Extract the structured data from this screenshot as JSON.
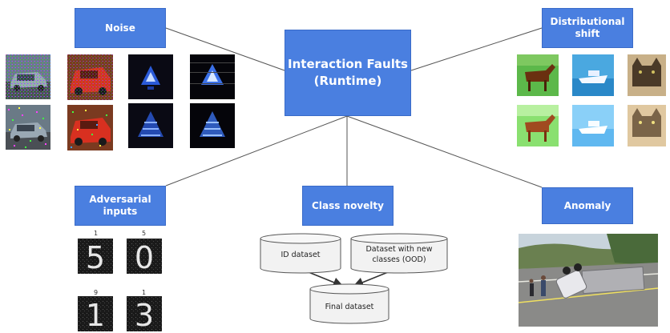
{
  "diagram": {
    "central_label": "Interaction Faults (Runtime)",
    "central_line1": "Interaction Faults",
    "central_line2": "(Runtime)",
    "nodes": {
      "noise": "Noise",
      "distributional_shift_line1": "Distributional",
      "distributional_shift_line2": "shift",
      "adversarial_inputs_line1": "Adversarial",
      "adversarial_inputs_line2": "inputs",
      "class_novelty": "Class novelty",
      "anomaly": "Anomaly"
    },
    "adversarial_digits": [
      {
        "label": "1",
        "glyph": "5"
      },
      {
        "label": "5",
        "glyph": "0"
      },
      {
        "label": "9",
        "glyph": "1"
      },
      {
        "label": "1",
        "glyph": "3"
      }
    ],
    "class_novelty_datasets": {
      "id_dataset": "ID dataset",
      "ood_line1": "Dataset with new",
      "ood_line2": "classes (OOD)",
      "final_dataset": "Final dataset"
    }
  },
  "colors": {
    "box_fill": "#4a7fe0",
    "box_text": "#ffffff",
    "connector": "#555555",
    "cylinder_fill": "#f2f2f2"
  }
}
